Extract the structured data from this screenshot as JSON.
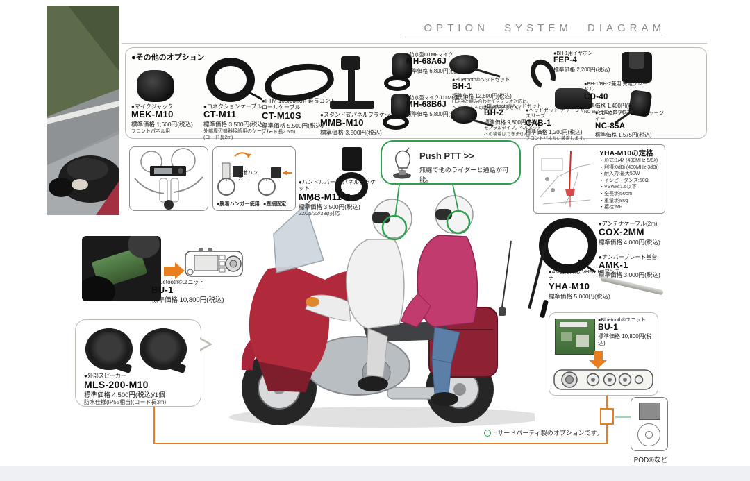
{
  "page": {
    "title": "OPTION SYSTEM DIAGRAM",
    "note_text": "=サードパーティ製のオプションです。",
    "ipod_label": "iPOD®など"
  },
  "colors": {
    "accent_orange": "#e87e1e",
    "accent_green": "#2e9e4f",
    "bike_red": "#b02a3c",
    "box_border": "#bcbcb4"
  },
  "other_options": {
    "header": "●その他のオプション",
    "products": [
      {
        "desc": "●マイクジャック",
        "model": "MEK-M10",
        "price": "標準価格 1,600円(税込)",
        "note": "フロントパネル用"
      },
      {
        "desc": "●コネクションケーブル",
        "model": "CT-M11",
        "price": "標準価格 3,500円(税込)",
        "note": "外部周辺機器接続用のケーブル(コード長2m)"
      },
      {
        "desc": "●FTM-10S/JMK用 延長コントロールケーブル",
        "model": "CT-M10S",
        "price": "標準価格 5,500円(税込)",
        "note": "(コード長2.5m)"
      },
      {
        "desc": "●スタンド式パネルブラケット",
        "model": "MMB-M10",
        "price": "標準価格 3,500円(税込)",
        "note": ""
      },
      {
        "desc": "●防水型DTMFマイク",
        "model": "MH-68A6J",
        "price": "標準価格 6,800円(税込)",
        "note": ""
      },
      {
        "desc": "●防水型マイク(DTMF無し)",
        "model": "MH-68B6J",
        "price": "標準価格 5,800円(税込)",
        "note": ""
      },
      {
        "desc": "●Bluetooth®ヘッドセット",
        "model": "BH-1",
        "price": "標準価格 12,800円(税込)",
        "note": "FEP-4と組み合わせてステレオ対応に。ヘルメットへの装着はできません。"
      },
      {
        "desc": "●Bluetooth®ヘッドセット",
        "model": "BH-2",
        "price": "標準価格 9,800円(税込)",
        "note": "モノラルタイプ。ヘルメットへの装着はできません。"
      },
      {
        "desc": "●BH-1用イヤホン",
        "model": "FEP-4",
        "price": "標準価格 2,200円(税込)",
        "note": ""
      },
      {
        "desc": "●ヘッドセット チャージャースリーブ",
        "model": "CAB-1",
        "price": "標準価格 1,200円(税込)",
        "note": "フロントパネルに装着します。"
      },
      {
        "desc": "●BH-1/BH-2兼用 充電クレードル",
        "model": "CD-40",
        "price": "標準価格 1,400円(税込)",
        "note": "NC-85Aと組み合わせて使用"
      },
      {
        "desc": "●CD-40用 バッテリーチャージャー",
        "model": "NC-85A",
        "price": "標準価格 1,575円(税込)",
        "note": ""
      }
    ]
  },
  "mounting": {
    "hanger_label": "脱着ハンガー",
    "option_a": "●脱着ハンガー使用",
    "option_b": "●直接固定"
  },
  "mmb_m11": {
    "desc": "●ハンドルバー用 パネルブラケット",
    "model": "MMB-M11*2",
    "price": "標準価格 3,500円(税込)",
    "note": "22/25/32/38φ対応"
  },
  "push_ptt": {
    "title": "Push PTT >>",
    "text": "無線で他のライダーと通話が可能。"
  },
  "yha_spec": {
    "title": "YHA-M10の定格",
    "specs": [
      "・形式:1/4λ (430MHz 5/8λ)",
      "・利得:0dBi (430MHz:3dBi)",
      "・耐入力:最大50W",
      "・インピーダンス:50Ω",
      "・VSWR:1.5以下",
      "・全長:約50cm",
      "・重量:約80g",
      "・接栓:MP"
    ]
  },
  "cox_2mm": {
    "desc": "●アンテナケーブル(2m)",
    "model": "COX-2MM",
    "price": "標準価格 4,000円(税込)"
  },
  "amk_1": {
    "desc": "●ナンバープレート基台",
    "model": "AMK-1",
    "price": "標準価格 3,000円(税込)"
  },
  "yha_m10": {
    "desc": "●AM受信対応 VHF/UHFアンテナ",
    "model": "YHA-M10",
    "price": "標準価格 5,000円(税込)"
  },
  "bu1_left": {
    "desc": "●Bluetooth®ユニット",
    "model": "BU-1",
    "price": "標準価格 10,800円(税込)"
  },
  "bu1_right": {
    "desc": "●Bluetooth®ユニット",
    "model": "BU-1",
    "price": "標準価格 10,800円(税込)"
  },
  "mls": {
    "desc": "●外部スピーカー",
    "model": "MLS-200-M10",
    "price": "標準価格 4,500円(税込)/1個",
    "note": "防水仕様(IP55相当)(コード長3m)"
  }
}
